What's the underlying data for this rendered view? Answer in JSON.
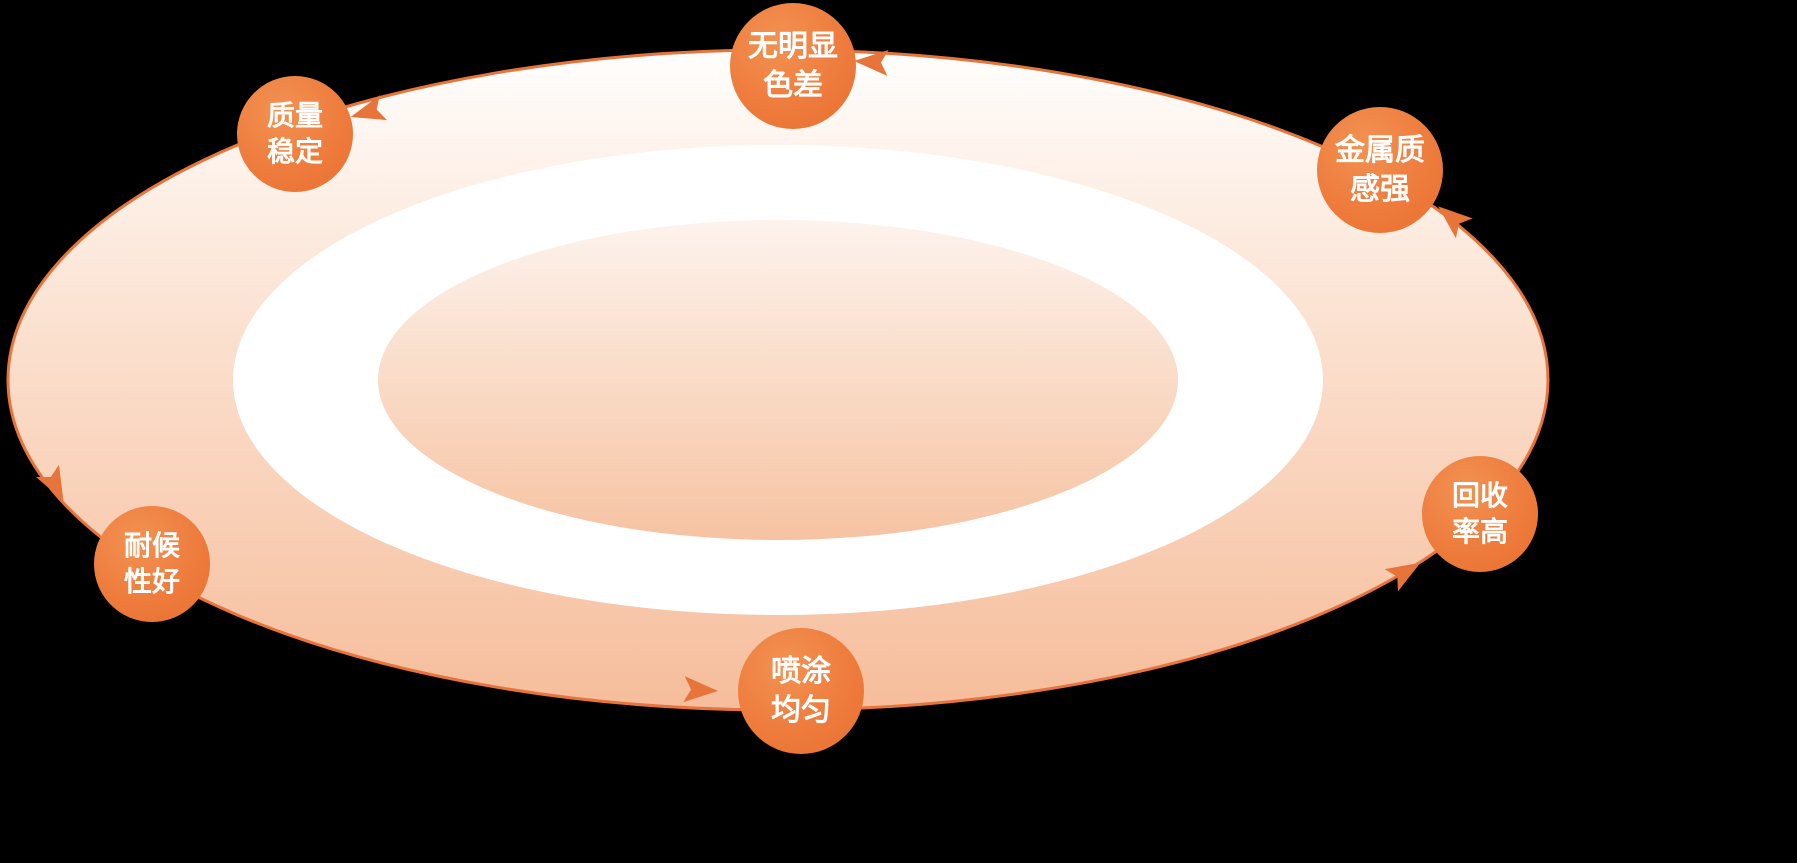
{
  "diagram": {
    "type": "cycle",
    "background_color": "#000000",
    "accent_color": "#E7743B",
    "badge_color": "#EE7C3D",
    "text_color": "#FFFFFF",
    "ring": {
      "outer_fill_top": "#FFFEFD",
      "outer_fill_bottom": "#F6BD9B",
      "inner_fill_top": "#FDF3ED",
      "inner_fill_bottom": "#F6C3A2",
      "band_color": "#FFFFFF",
      "flow_direction": "counterclockwise"
    },
    "items": [
      {
        "id": "no-color-difference",
        "line1": "无明显",
        "line2": "色差"
      },
      {
        "id": "stable-quality",
        "line1": "质量",
        "line2": "稳定"
      },
      {
        "id": "strong-metallic-texture",
        "line1": "金属质",
        "line2": "感强"
      },
      {
        "id": "good-weather-resistance",
        "line1": "耐候",
        "line2": "性好"
      },
      {
        "id": "high-recycling-rate",
        "line1": "回收",
        "line2": "率高"
      },
      {
        "id": "even-spray-coating",
        "line1": "喷涂",
        "line2": "均匀"
      }
    ]
  }
}
